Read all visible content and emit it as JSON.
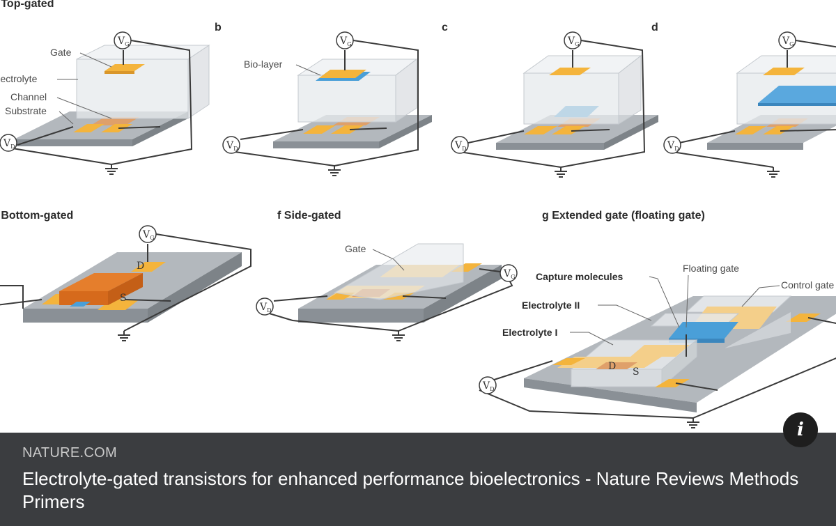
{
  "figure": {
    "panels": {
      "a": {
        "title": "a  Top-gated"
      },
      "b": {
        "letter": "b"
      },
      "c": {
        "letter": "c"
      },
      "d": {
        "letter": "d"
      },
      "e": {
        "title": "e  Bottom-gated"
      },
      "f": {
        "title": "f  Side-gated"
      },
      "g": {
        "title": "g  Extended gate (floating gate)"
      }
    },
    "labels": {
      "gate": "Gate",
      "electrolyte": "Electrolyte",
      "channel": "Channel",
      "substrate": "Substrate",
      "bio_layer": "Bio-layer",
      "capture_molecules": "Capture molecules",
      "floating_gate": "Floating gate",
      "control_gate": "Control gate",
      "electrolyte_2": "Electrolyte II",
      "electrolyte_1": "Electrolyte I"
    },
    "terminals": {
      "v": "V",
      "g_sub": "G",
      "d_sub": "D",
      "s": "S",
      "d": "D"
    }
  },
  "caption": {
    "source": "NATURE.COM",
    "title": "Electrolyte-gated transistors for enhanced performance bioelectronics - Nature Reviews Methods Primers"
  },
  "info_icon": {
    "glyph": "i"
  },
  "colors": {
    "substrate": "#9aa0a6",
    "gate": "#f4b43c",
    "channel": "#dfa06a",
    "bio_layer": "#4a9fd8",
    "electrolyte": "#dde1e5",
    "caption_bg": "#3b3d40"
  }
}
